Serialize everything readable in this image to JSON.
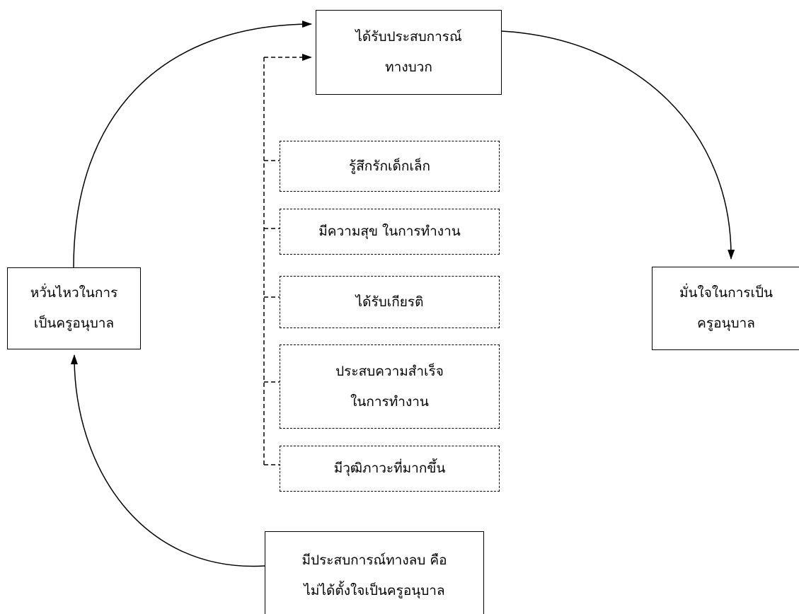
{
  "diagram": {
    "positive_experience": {
      "line1": "ได้รับประสบการณ์",
      "line2": "ทางบวก"
    },
    "confident": {
      "line1": "มั่นใจในการเป็น",
      "line2": "ครูอนุบาล"
    },
    "worried": {
      "line1": "หวั่นไหวในการ",
      "line2": "เป็นครูอนุบาล"
    },
    "negative_experience": {
      "line1": "มีประสบการณ์ทางลบ คือ",
      "line2": "ไม่ได้ตั้งใจเป็นครูอนุบาล"
    },
    "factors": [
      {
        "line1": "รู้สึกรักเด็กเล็ก"
      },
      {
        "line1": "มีความสุข ในการทำงาน"
      },
      {
        "line1": "ได้รับเกียรติ"
      },
      {
        "line1": "ประสบความสำเร็จ",
        "line2": "ในการทำงาน"
      },
      {
        "line1": "มีวุฒิภาวะที่มากขึ้น"
      }
    ]
  }
}
